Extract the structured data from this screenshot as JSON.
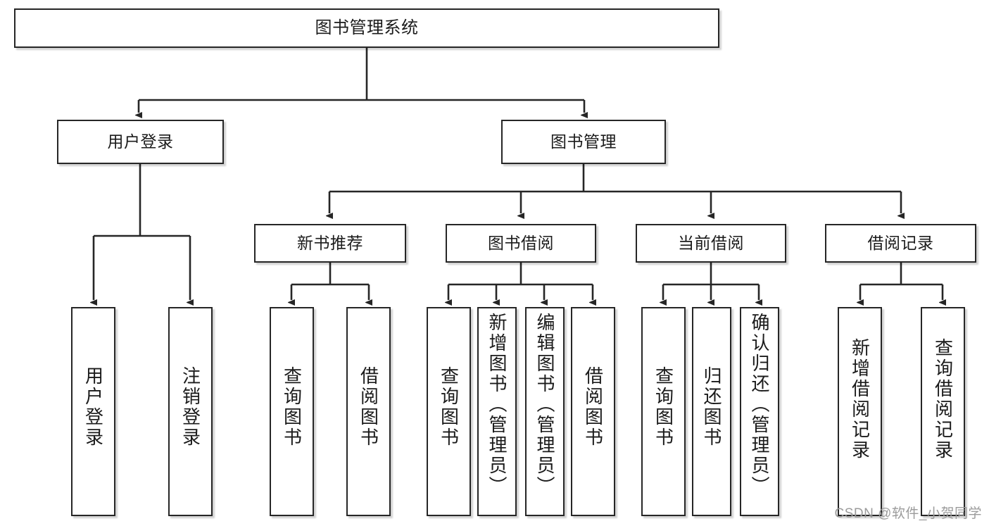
{
  "diagram": {
    "type": "tree-hierarchy",
    "title": "图书管理系统",
    "watermark": "CSDN @软件_小贺同学",
    "colors": {
      "border": "#262626",
      "background": "#ffffff",
      "text": "#1b1b1b",
      "connector": "#262626",
      "watermark": "#9b9b9b"
    },
    "nodes": {
      "root": {
        "label": "图书管理系统"
      },
      "level2": [
        {
          "id": "user-login",
          "label": "用户登录"
        },
        {
          "id": "book-manage",
          "label": "图书管理"
        }
      ],
      "level3": [
        {
          "id": "new-book-recommend",
          "label": "新书推荐"
        },
        {
          "id": "book-borrow",
          "label": "图书借阅"
        },
        {
          "id": "current-borrow",
          "label": "当前借阅"
        },
        {
          "id": "borrow-record",
          "label": "借阅记录"
        }
      ],
      "leaves": [
        {
          "id": "leaf-user-login",
          "label": "用户登录",
          "parent": "user-login"
        },
        {
          "id": "leaf-logout-login",
          "label": "注销登录",
          "parent": "user-login"
        },
        {
          "id": "leaf-query-book-1",
          "label": "查询图书",
          "parent": "new-book-recommend"
        },
        {
          "id": "leaf-borrow-book-1",
          "label": "借阅图书",
          "parent": "new-book-recommend"
        },
        {
          "id": "leaf-query-book-2",
          "label": "查询图书",
          "parent": "book-borrow"
        },
        {
          "id": "leaf-add-book",
          "label": "新增图书（管理员）",
          "parent": "book-borrow"
        },
        {
          "id": "leaf-edit-book",
          "label": "编辑图书（管理员）",
          "parent": "book-borrow"
        },
        {
          "id": "leaf-borrow-book-2",
          "label": "借阅图书",
          "parent": "book-borrow"
        },
        {
          "id": "leaf-query-book-3",
          "label": "查询图书",
          "parent": "current-borrow"
        },
        {
          "id": "leaf-return-book",
          "label": "归还图书",
          "parent": "current-borrow"
        },
        {
          "id": "leaf-confirm-return",
          "label": "确认归还（管理员）",
          "parent": "current-borrow"
        },
        {
          "id": "leaf-add-record",
          "label": "新增借阅记录",
          "parent": "borrow-record"
        },
        {
          "id": "leaf-query-record",
          "label": "查询借阅记录",
          "parent": "borrow-record"
        }
      ]
    }
  }
}
